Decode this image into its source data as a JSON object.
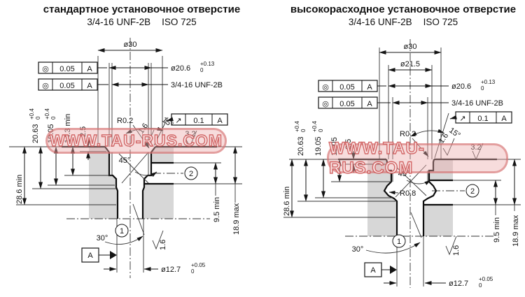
{
  "watermark": {
    "text": "WWW.TAU-RUS.COM"
  },
  "panels": [
    {
      "title": "стандартное установочное отверстие",
      "thread_spec": "3/4-16 UNF-2B",
      "standard": "ISO 725",
      "labels": {
        "top_dia": "ø30",
        "thread_dia": "ø20.6",
        "thread_dia_tol_up": "+0.13",
        "thread_dia_tol_dn": "0",
        "thread_callout": "3/4-16 UNF-2B",
        "concentricity_symbol": "◎",
        "concentricity_tol": "0.05",
        "datum_ref": "A",
        "runout_symbol": "↗",
        "runout_tol": "0.1",
        "depth_20_63": "20.63",
        "depth_20_63_tol_up": "+0.4",
        "depth_20_63_tol_dn": "0",
        "depth_19_05": "19.05",
        "depth_19_05_tol_up": "+0.4",
        "depth_19_05_tol_dn": "0",
        "depth_full_thread": "14.3 min",
        "depth_countersink": "2.5",
        "depth_total": "28.6 min",
        "countersink_angle": "15°",
        "chamfer_angle": "45°",
        "drill_angle": "30°",
        "radius_entry": "R0.2",
        "roughness_bore": "1.6",
        "roughness_face": "3.2",
        "boss_min": "9.5 min",
        "boss_max": "18.9 max",
        "hole_dia": "ø12.7",
        "hole_dia_tol_up": "+0.05",
        "hole_dia_tol_dn": "0",
        "note_1": "1",
        "note_2": "2"
      }
    },
    {
      "title": "высокорасходное установочное отверстие",
      "thread_spec": "3/4-16 UNF-2B",
      "standard": "ISO 725",
      "labels": {
        "top_dia": "ø30",
        "counterbore_dia": "ø21.5",
        "thread_dia": "ø20.6",
        "thread_dia_tol_up": "+0.13",
        "thread_dia_tol_dn": "0",
        "thread_callout": "3/4-16 UNF-2B",
        "concentricity_symbol": "◎",
        "concentricity_tol": "0.05",
        "datum_ref": "A",
        "runout_symbol": "↗",
        "runout_tol": "0.1",
        "depth_20_63": "20.63",
        "depth_20_63_tol_up": "+0.4",
        "depth_20_63_tol_dn": "0",
        "depth_19_05": "19.05",
        "depth_19_05_tol_up": "+0.4",
        "depth_19_05_tol_dn": "0",
        "depth_full_thread": "11.05",
        "depth_countersink": "2.5",
        "depth_total": "28.6 min",
        "countersink_angle": "15°",
        "chamfer_angle": "45°",
        "drill_angle": "30°",
        "radius_entry": "R0.2",
        "groove_radius": "R0.8",
        "roughness_bore": "1.6",
        "roughness_face": "3.2",
        "boss_min": "9.5 min",
        "boss_max": "18.9 max",
        "hole_dia": "ø12.7",
        "hole_dia_tol_up": "+0.05",
        "hole_dia_tol_dn": "0",
        "note_1": "1",
        "note_2": "2"
      }
    }
  ]
}
